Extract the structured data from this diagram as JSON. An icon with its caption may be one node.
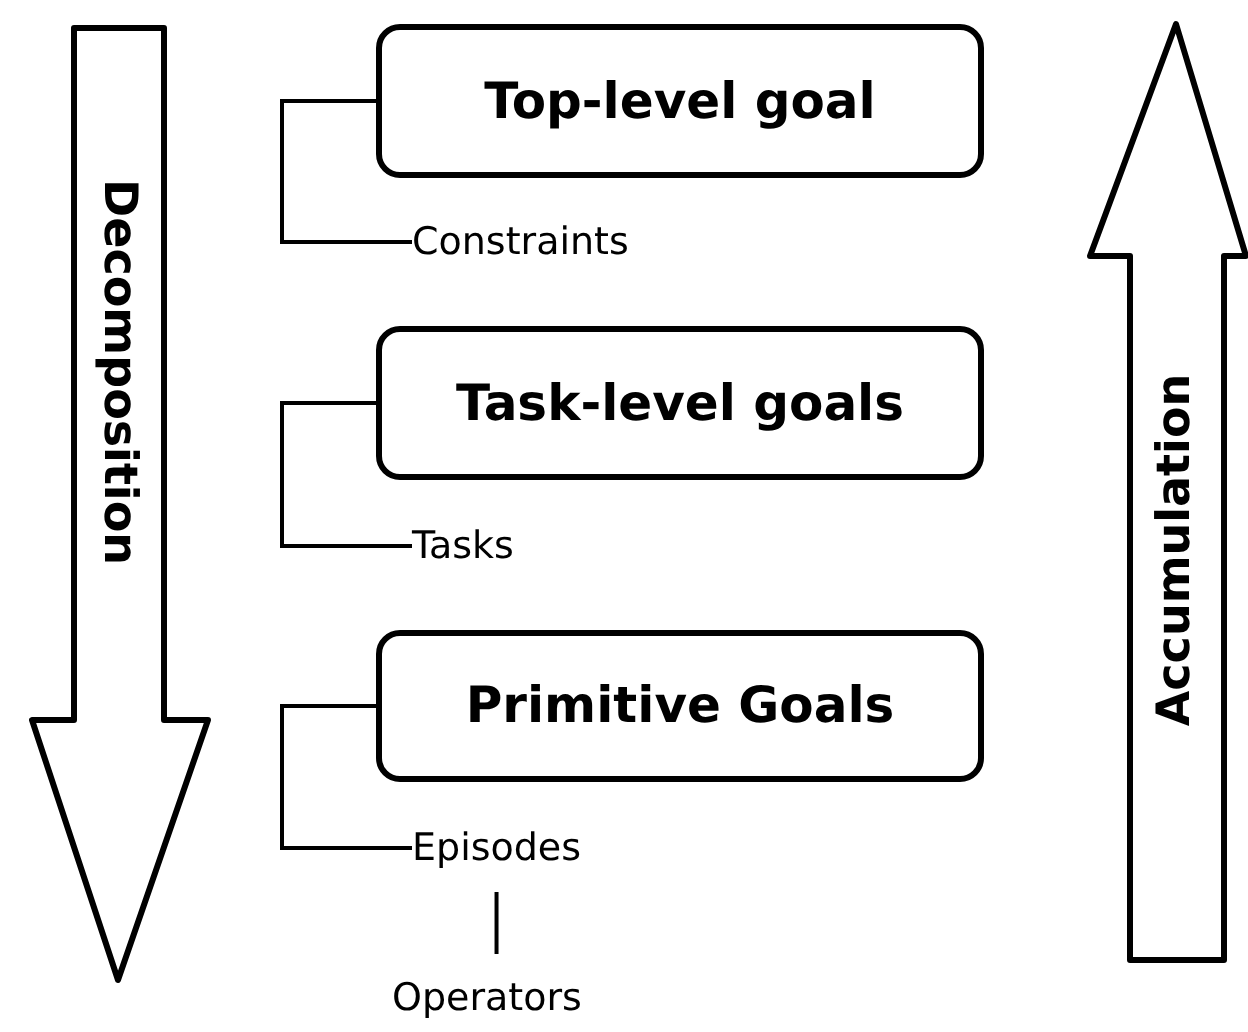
{
  "diagram": {
    "nodes": [
      {
        "text": [
          "Decomposition"
        ]
      },
      {
        "text": [
          "Top-level goal"
        ]
      },
      {
        "text": [
          "Constraints"
        ]
      },
      {
        "text": [
          "Task-level goals"
        ]
      },
      {
        "text": [
          "Tasks"
        ]
      },
      {
        "text": [
          "Primitive Goals"
        ]
      },
      {
        "text": [
          "Episodes"
        ]
      },
      {
        "text": [
          "Operators"
        ]
      },
      {
        "text": [
          "Accumulation"
        ]
      }
    ],
    "edges": [
      {
        "from": 1,
        "to": 2,
        "arrow": "none"
      },
      {
        "from": 3,
        "to": 4,
        "arrow": "none"
      },
      {
        "from": 5,
        "to": 6,
        "arrow": "none"
      },
      {
        "from": 6,
        "to": 7,
        "arrow": "none"
      }
    ]
  }
}
